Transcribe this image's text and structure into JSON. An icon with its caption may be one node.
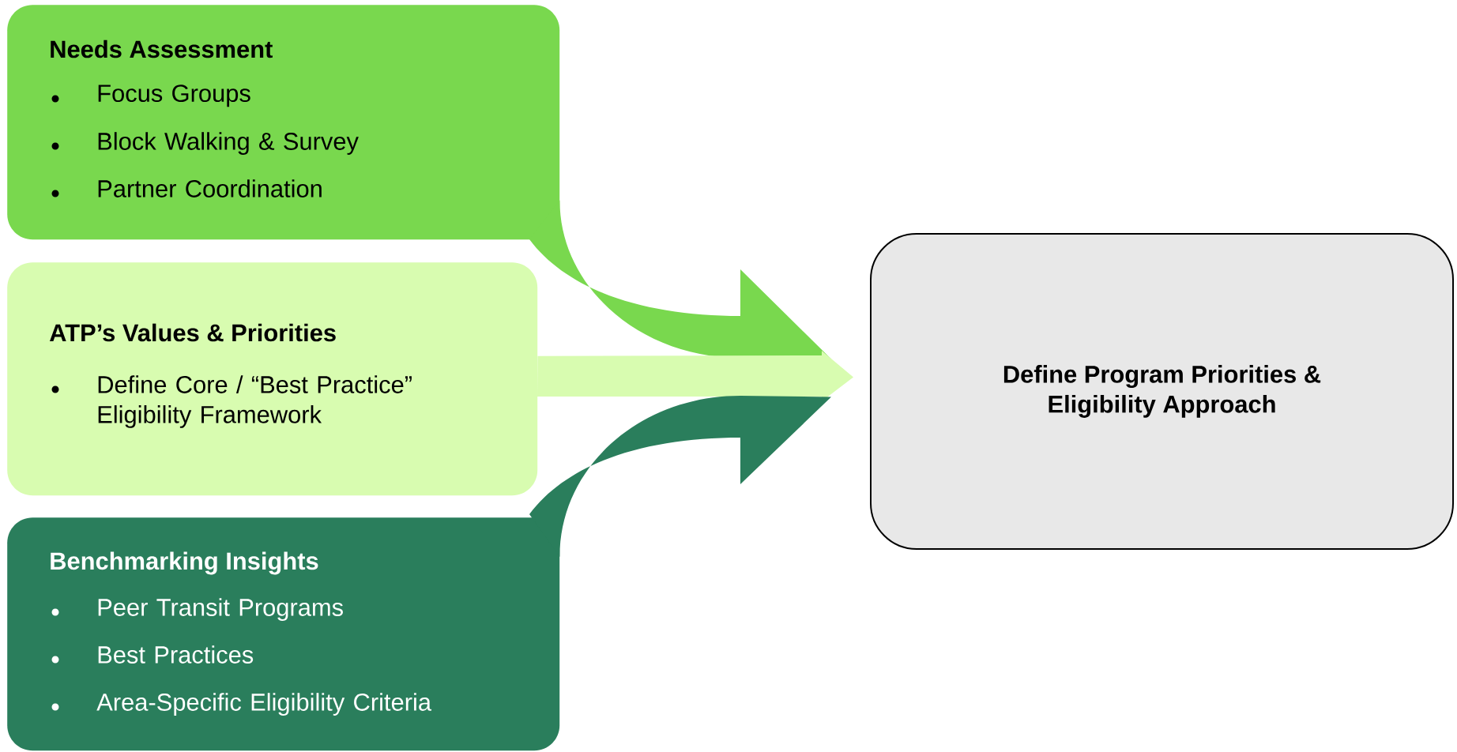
{
  "diagram": {
    "nodes": [
      {
        "text": [
          "Needs Assessment",
          "Focus Groups",
          "Block Walking & Survey",
          "Partner Coordination"
        ]
      },
      {
        "text": [
          "ATP’s Values & Priorities",
          "Define Core / “Best Practice” Eligibility Framework"
        ]
      },
      {
        "text": [
          "Benchmarking Insights",
          "Peer Transit Programs",
          "Best Practices",
          "Area-Specific Eligibility Criteria"
        ]
      },
      {
        "text": [
          "Define Program Priorities & Eligibility Approach"
        ]
      }
    ],
    "edges": [
      {
        "from": 0,
        "to": 3,
        "arrow": "to",
        "color": "#79d84e"
      },
      {
        "from": 1,
        "to": 3,
        "arrow": "to",
        "color": "#d8fcb0"
      },
      {
        "from": 2,
        "to": 3,
        "arrow": "to",
        "color": "#2a7e5c"
      }
    ]
  }
}
